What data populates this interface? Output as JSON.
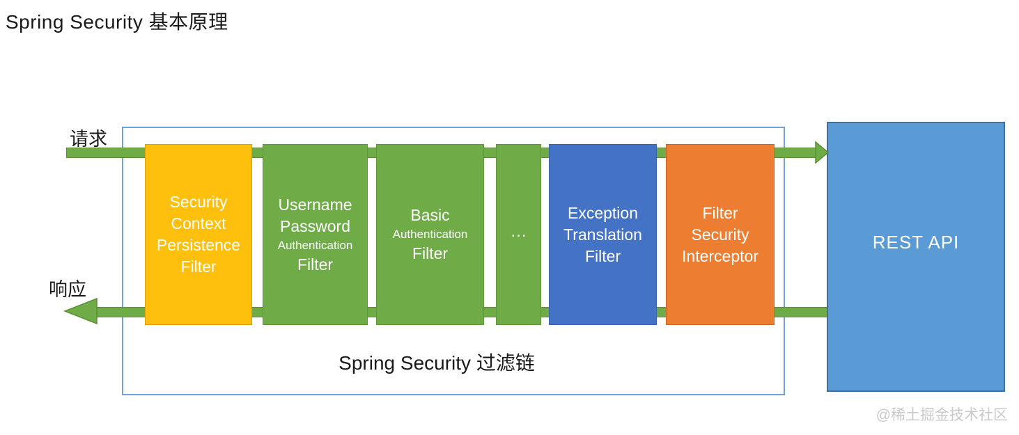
{
  "page": {
    "title": "Spring Security 基本原理",
    "watermark": "@稀土掘金技术社区"
  },
  "diagram": {
    "request_label": "请求",
    "response_label": "响应",
    "chain_label": "Spring Security 过滤链",
    "rest_api_label": "REST API",
    "filters": [
      {
        "id": "security-context-persistence-filter",
        "color": "#FEC00D",
        "border": "#D9A106",
        "lines": [
          {
            "t": "Security",
            "small": false
          },
          {
            "t": "Context",
            "small": false
          },
          {
            "t": "Persistence",
            "small": false
          },
          {
            "t": "Filter",
            "small": false
          }
        ]
      },
      {
        "id": "username-password-authentication-filter",
        "color": "#6FAC47",
        "border": "#5E9638",
        "lines": [
          {
            "t": "Username",
            "small": false
          },
          {
            "t": "Password",
            "small": false
          },
          {
            "t": "Authentication",
            "small": true
          },
          {
            "t": "Filter",
            "small": false
          }
        ]
      },
      {
        "id": "basic-authentication-filter",
        "color": "#6FAC47",
        "border": "#5E9638",
        "lines": [
          {
            "t": "Basic",
            "small": false
          },
          {
            "t": "Authentication",
            "small": true
          },
          {
            "t": "Filter",
            "small": false
          }
        ]
      },
      {
        "id": "more-filters-ellipsis",
        "color": "#6FAC47",
        "border": "#5E9638",
        "lines": [
          {
            "t": "···",
            "small": false
          }
        ]
      },
      {
        "id": "exception-translation-filter",
        "color": "#4472C4",
        "border": "#3A63AE",
        "lines": [
          {
            "t": "Exception",
            "small": false
          },
          {
            "t": "Translation",
            "small": false
          },
          {
            "t": "Filter",
            "small": false
          }
        ]
      },
      {
        "id": "filter-security-interceptor",
        "color": "#EC7D31",
        "border": "#CB6524",
        "lines": [
          {
            "t": "Filter",
            "small": false
          },
          {
            "t": "Security",
            "small": false
          },
          {
            "t": "Interceptor",
            "small": false
          }
        ]
      }
    ],
    "colors": {
      "arrow_fill": "#6FAC47",
      "arrow_stroke": "#5A8F35",
      "container_border": "#6EA2D8",
      "rest_api_fill": "#5B9BD5",
      "rest_api_border": "#3F6FA0",
      "title_text": "#1A1A1A",
      "watermark_text": "#C9C9C9"
    }
  }
}
